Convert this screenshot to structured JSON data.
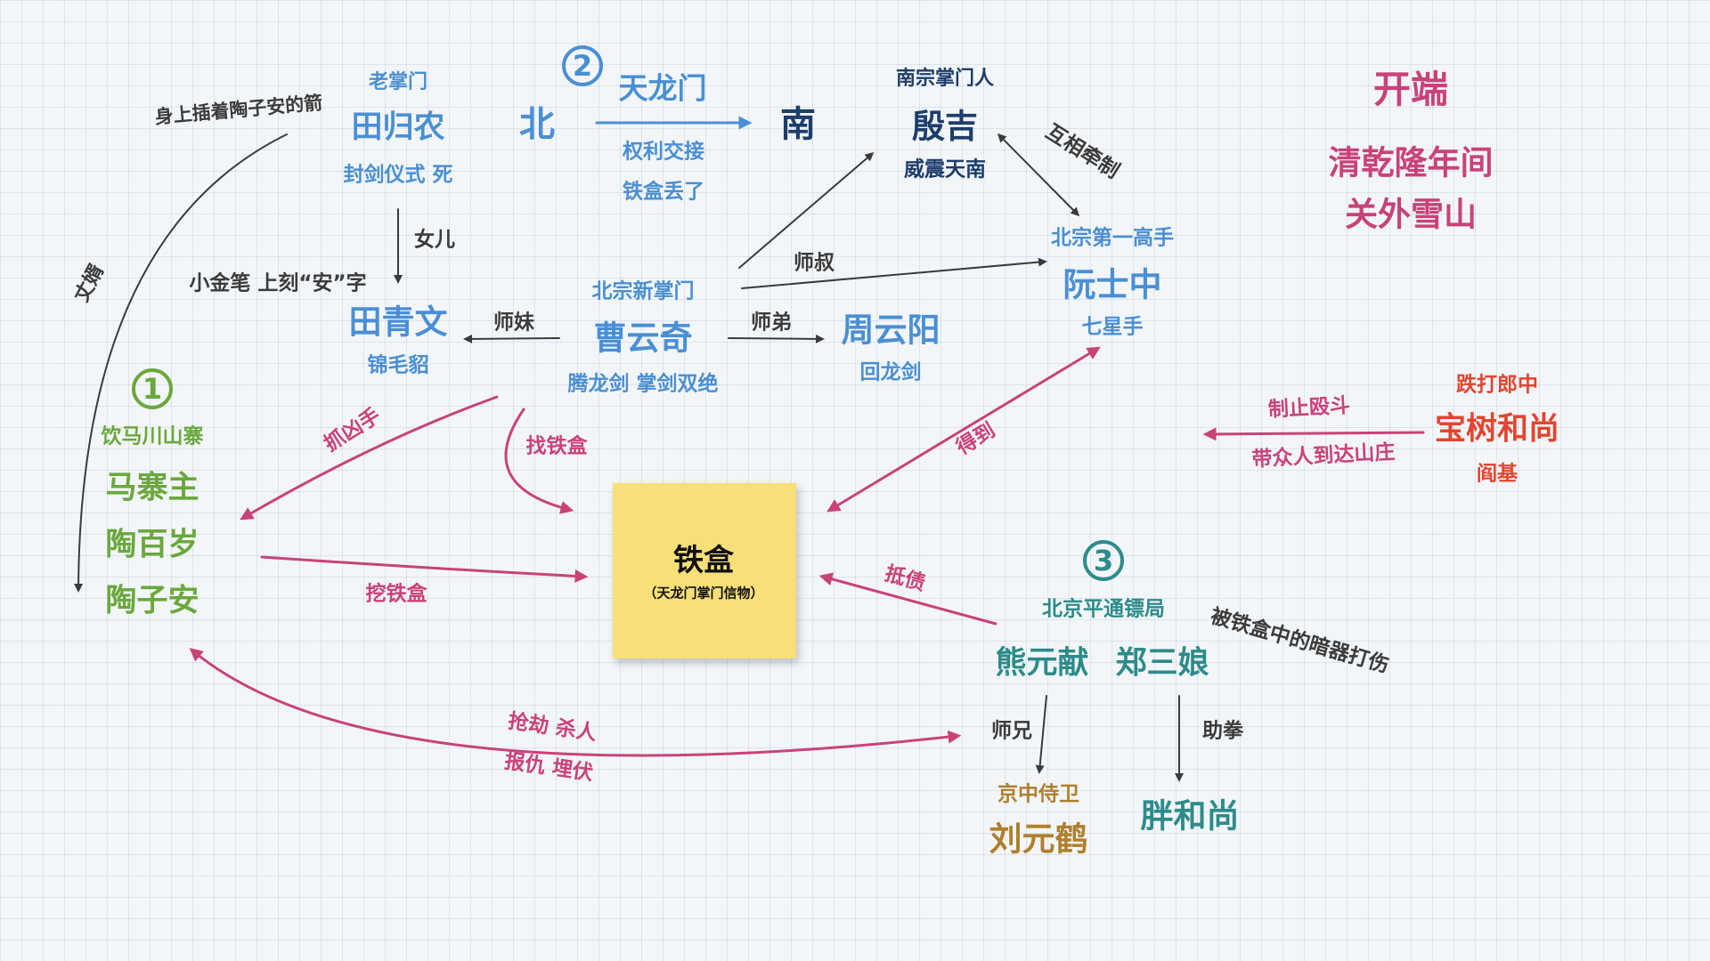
{
  "colors": {
    "blue": "#4a8fd4",
    "dark_blue": "#2a5b94",
    "navy": "#1d3d6b",
    "green": "#6aa83c",
    "teal": "#2c8c8a",
    "magenta": "#c9427a",
    "red": "#e2452f",
    "gold": "#b07f2b",
    "gray": "#3b3b3b",
    "note": "#f8df78"
  },
  "markers": {
    "group1": "1",
    "group2": "2",
    "group3": "3"
  },
  "header": {
    "title": "开端",
    "line1": "清乾隆年间",
    "line2": "关外雪山"
  },
  "center": {
    "title": "铁盒",
    "subtitle": "（天龙门掌门信物）"
  },
  "tianlong": {
    "name": "天龙门",
    "north": "北",
    "south": "南",
    "note1": "权利交接",
    "note2": "铁盒丢了"
  },
  "tian_guinong": {
    "role": "老掌门",
    "name": "田归农",
    "note": "封剑仪式 死"
  },
  "yin_ji": {
    "role": "南宗掌门人",
    "name": "殷吉",
    "note": "威震天南"
  },
  "ruan_shizhong": {
    "role": "北宗第一高手",
    "name": "阮士中",
    "note": "七星手"
  },
  "cao_yunqi": {
    "role": "北宗新掌门",
    "name": "曹云奇",
    "note": "腾龙剑 掌剑双绝"
  },
  "tian_qingwen": {
    "name": "田青文",
    "note": "锦毛貂"
  },
  "zhou_yunyang": {
    "name": "周云阳",
    "note": "回龙剑"
  },
  "mazhai": {
    "place": "饮马川山寨",
    "role": "马寨主",
    "name1": "陶百岁",
    "name2": "陶子安"
  },
  "monk": {
    "role": "跌打郎中",
    "name": "宝树和尚",
    "note": "阎基"
  },
  "escort": {
    "place": "北京平通镖局",
    "name1": "熊元献",
    "name2": "郑三娘"
  },
  "liu_yuanhe": {
    "role": "京中侍卫",
    "name": "刘元鹤"
  },
  "fat_monk": {
    "name": "胖和尚"
  },
  "labels": {
    "arrow_on_body": "身上插着陶子安的箭",
    "son_in_law": "丈婿",
    "daughter": "女儿",
    "golden_pen": "小金笔 上刻“安”字",
    "hunt_killer": "抓凶手",
    "find_box": "找铁盒",
    "got_it": "得到",
    "dig_box": "挖铁盒",
    "pledge": "抵债",
    "stop_fight": "制止殴斗",
    "lead_people": "带众人到达山庄",
    "checks_each_other": "互相牵制",
    "uncle": "师叔",
    "junior_sister": "师妹",
    "junior_brother": "师弟",
    "senior_brother": "师兄",
    "helper": "助拳",
    "hurt_by_box": "被铁盒中的暗器打伤",
    "robbery": "抢劫 杀人",
    "revenge": "报仇 埋伏"
  }
}
